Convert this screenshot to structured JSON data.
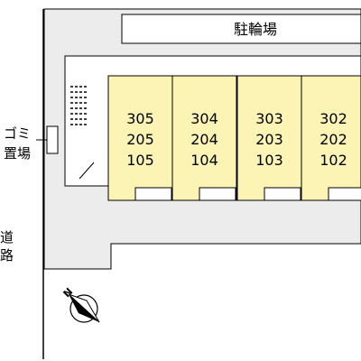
{
  "labels": {
    "bicycle_parking": "駐輪場",
    "garbage_top": "ゴミ",
    "garbage_bottom": "置場",
    "road_top": "道",
    "road_bottom": "路",
    "compass_letter": "N"
  },
  "units": [
    {
      "top": "305",
      "middle": "205",
      "bottom": "105"
    },
    {
      "top": "304",
      "middle": "204",
      "bottom": "104"
    },
    {
      "top": "303",
      "middle": "203",
      "bottom": "103"
    },
    {
      "top": "302",
      "middle": "202",
      "bottom": "102"
    }
  ],
  "colors": {
    "unit_fill": "#fbf4b5",
    "site_fill": "#ececec",
    "line": "#000000",
    "background": "#ffffff"
  }
}
